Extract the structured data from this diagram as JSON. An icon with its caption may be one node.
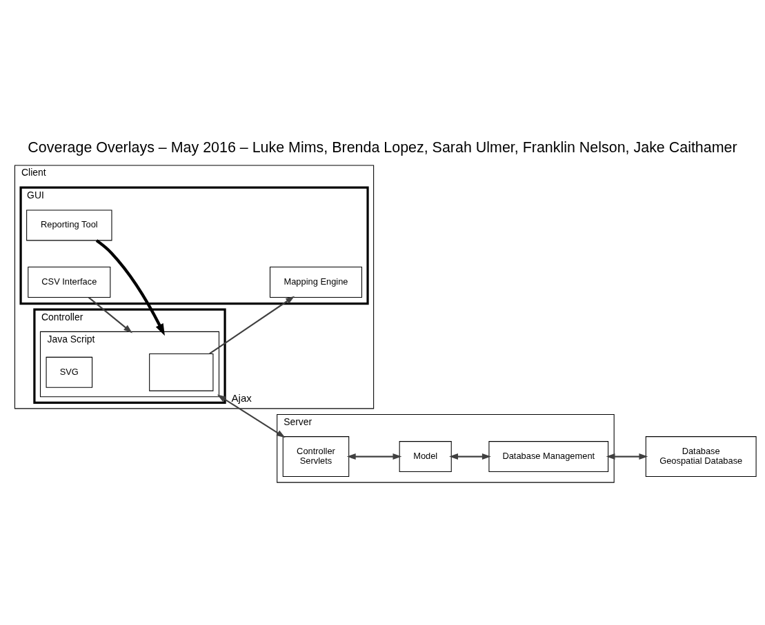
{
  "diagram": {
    "title": "Coverage Overlays – May 2016 – Luke Mims, Brenda Lopez, Sarah Ulmer, Franklin Nelson, Jake Caithamer",
    "nodes": [
      {
        "text": [
          "Client"
        ]
      },
      {
        "text": [
          "GUI"
        ],
        "in": 0
      },
      {
        "text": [
          "Mapping Engine"
        ],
        "in": 1
      },
      {
        "text": [
          "CSV Interface"
        ],
        "in": 1
      },
      {
        "text": [
          "Reporting Tool"
        ],
        "in": 1
      },
      {
        "text": [
          "Controller"
        ],
        "in": 0
      },
      {
        "text": [
          "Java Script"
        ],
        "in": 5
      },
      {
        "text": [],
        "shape": "box",
        "in": 6
      },
      {
        "text": [
          "SVG"
        ],
        "in": 6
      },
      {
        "text": [
          "Server"
        ]
      },
      {
        "text": [
          "Controller",
          "Servlets"
        ],
        "in": 9
      },
      {
        "text": [
          "Model"
        ],
        "in": 9
      },
      {
        "text": [
          "Database Management"
        ],
        "in": 9
      },
      {
        "text": [
          "Database",
          "Geospatial Database"
        ]
      }
    ],
    "edges": [
      {
        "from": 7,
        "to": 2,
        "arrow": "to"
      },
      {
        "from": 3,
        "to": 6,
        "arrow": "to"
      },
      {
        "from": 4,
        "to": 6,
        "arrow": "to",
        "style": "thick"
      },
      {
        "from": 6,
        "to": 10,
        "arrow": "both",
        "label": "Ajax"
      },
      {
        "from": 10,
        "to": 11,
        "arrow": "both"
      },
      {
        "from": 11,
        "to": 12,
        "arrow": "both"
      },
      {
        "from": 12,
        "to": 13,
        "arrow": "both"
      }
    ]
  }
}
